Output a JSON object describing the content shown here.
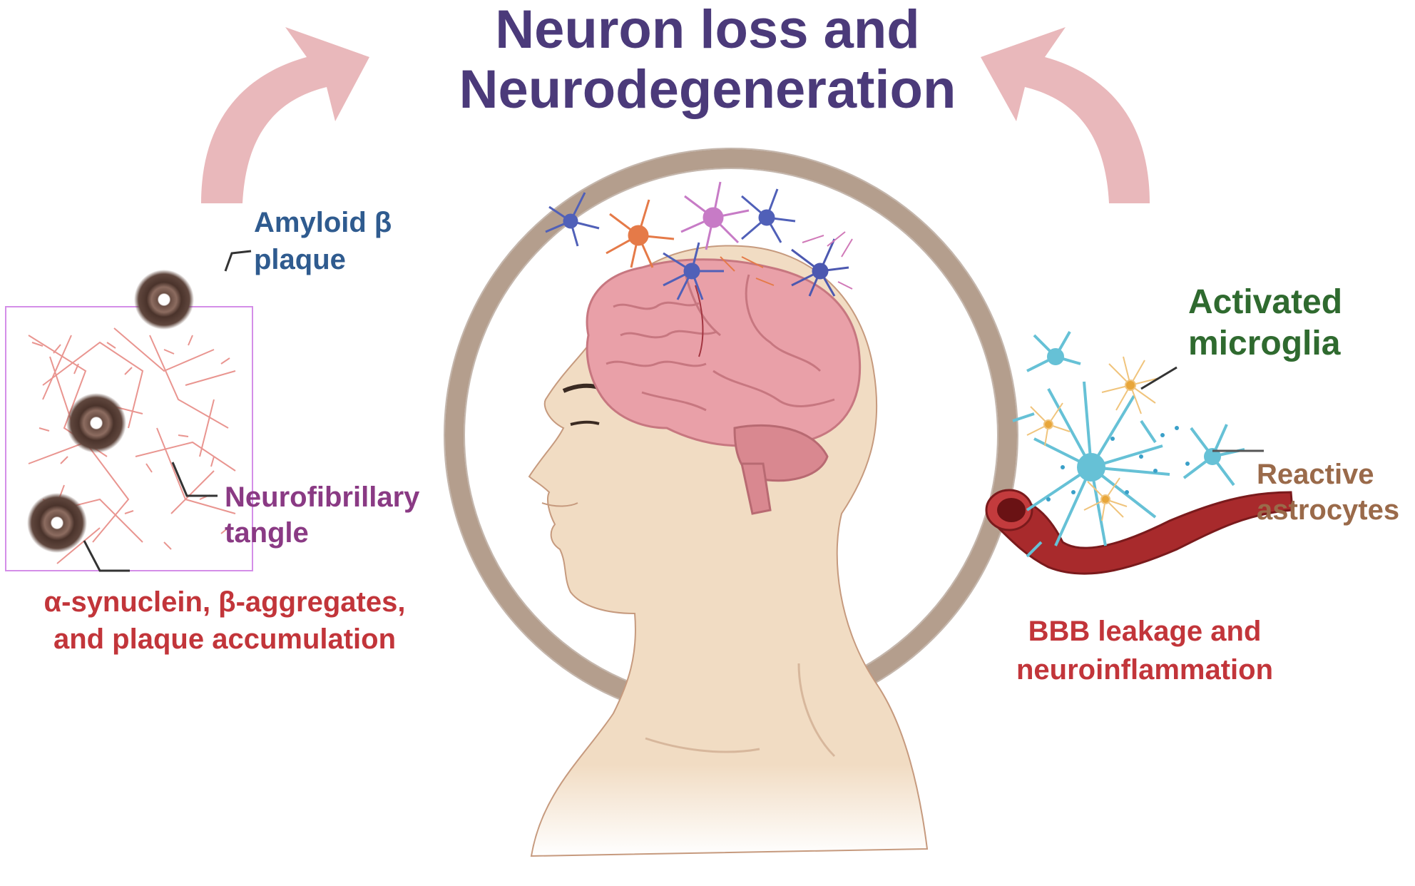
{
  "title": {
    "line1": "Neuron loss and",
    "line2": "Neurodegeneration",
    "color": "#4b3a7a"
  },
  "labels": {
    "amyloid": {
      "line1": "Amyloid β",
      "line2": "plaque",
      "color": "#2f5b8f"
    },
    "tangle": {
      "line1": "Neurofibrillary",
      "line2": "tangle",
      "color": "#8a3a84"
    },
    "synuclein": {
      "text": "α-synuclein, β-aggregates, and plaque accumulation",
      "color": "#c2353a"
    },
    "microglia": {
      "line1": "Activated",
      "line2": "microglia",
      "color": "#2f6a2f"
    },
    "astrocytes": {
      "line1": "Reactive",
      "line2": "astrocytes",
      "color": "#9a6a4a"
    },
    "bbb": {
      "line1": "BBB leakage and",
      "line2": "neuroinflammation",
      "color": "#c2353a"
    }
  },
  "colors": {
    "arrow": "#e9b8bb",
    "ring": "#b49e8d",
    "skin": "#f1dcc3",
    "brain": "#e9a0a8",
    "vessel": "#a82a2c",
    "box_border": "#d48ee8",
    "fibril": "#e78a84",
    "plaque": "#5a4038",
    "astrocyte": "#66c1d6",
    "microglia_cell": "#f0c47c"
  }
}
